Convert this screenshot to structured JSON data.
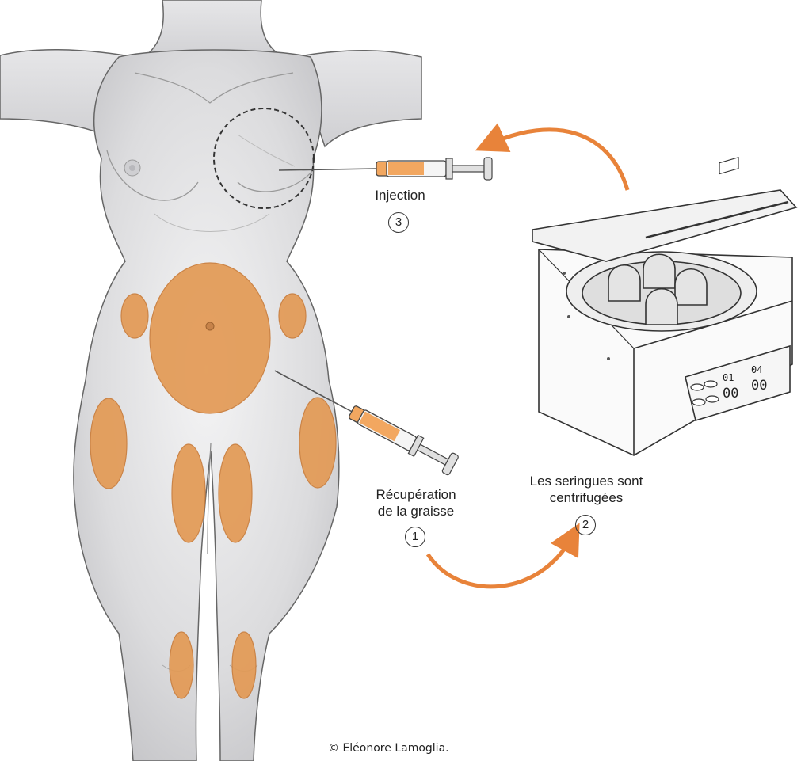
{
  "labels": {
    "injection": "Injection",
    "recuperation_line1": "Récupération",
    "recuperation_line2": "de la graisse",
    "centrifuge_line1": "Les seringues sont",
    "centrifuge_line2": "centrifugées"
  },
  "steps": {
    "one": "1",
    "two": "2",
    "three": "3"
  },
  "display": {
    "left": "01",
    "right": "04",
    "left_lower": "00",
    "right_lower": "00"
  },
  "credit": "© Eléonore Lamoglia.",
  "colors": {
    "fat_zone": "#e39a55",
    "arrow": "#e8833a",
    "body_fill": "#e4e4e6",
    "outline": "#555555",
    "syringe_fat": "#f2a760"
  }
}
